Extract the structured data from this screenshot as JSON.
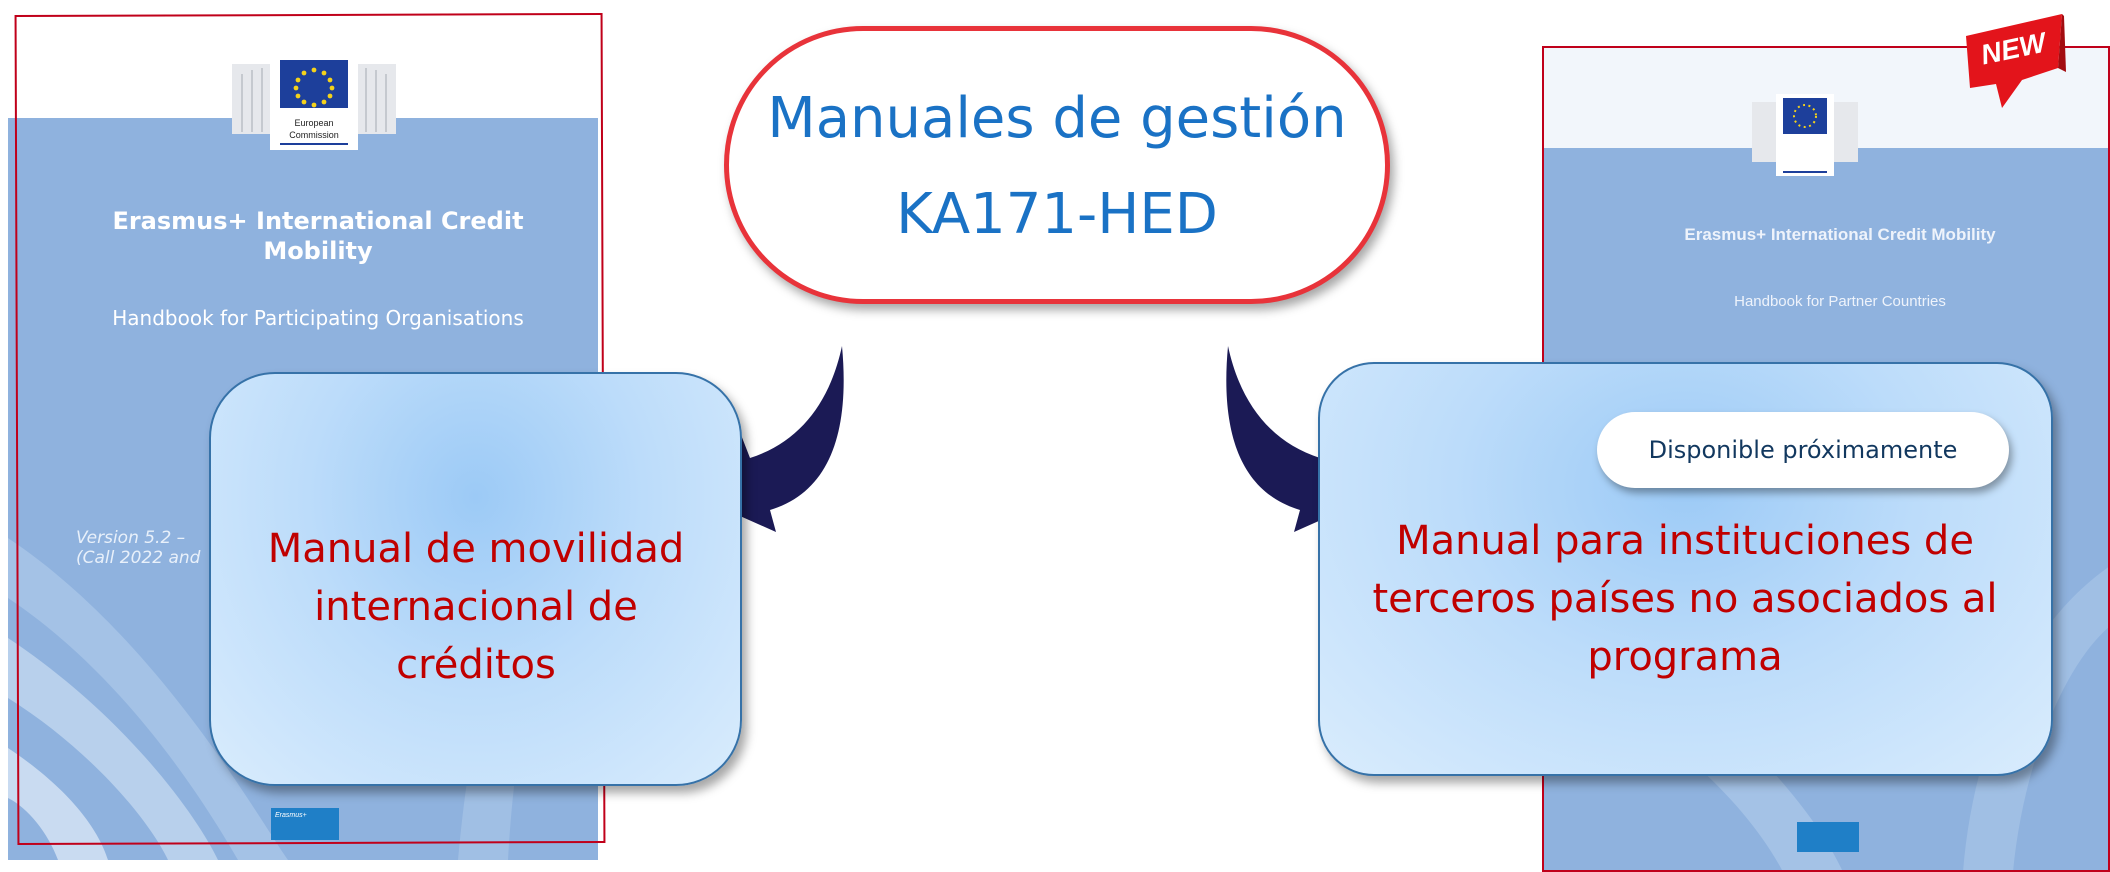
{
  "title": {
    "line1": "Manuales de gestión",
    "line2": "KA171-HED"
  },
  "left_cover": {
    "logo_text": "European\nCommission",
    "title": "Erasmus+ International Credit Mobility",
    "subtitle": "Handbook for Participating Organisations",
    "version_line1": "Version 5.2 – ",
    "version_line2": "(Call 2022 and",
    "footer_logo": "Erasmus+"
  },
  "left_box": {
    "text": "Manual de movilidad internacional de créditos"
  },
  "right_cover": {
    "title": "Erasmus+ International Credit Mobility",
    "subtitle": "Handbook for Partner Countries"
  },
  "right_box": {
    "badge": "Disponible próximamente",
    "text": "Manual para instituciones de terceros países no asociados al programa"
  },
  "new_badge": {
    "label": "NEW"
  },
  "colors": {
    "title_text": "#1a72c5",
    "title_border": "#e8333a",
    "box_text": "#c00000",
    "arrow": "#1b1a55",
    "cover_blue": "#8fb2de"
  }
}
